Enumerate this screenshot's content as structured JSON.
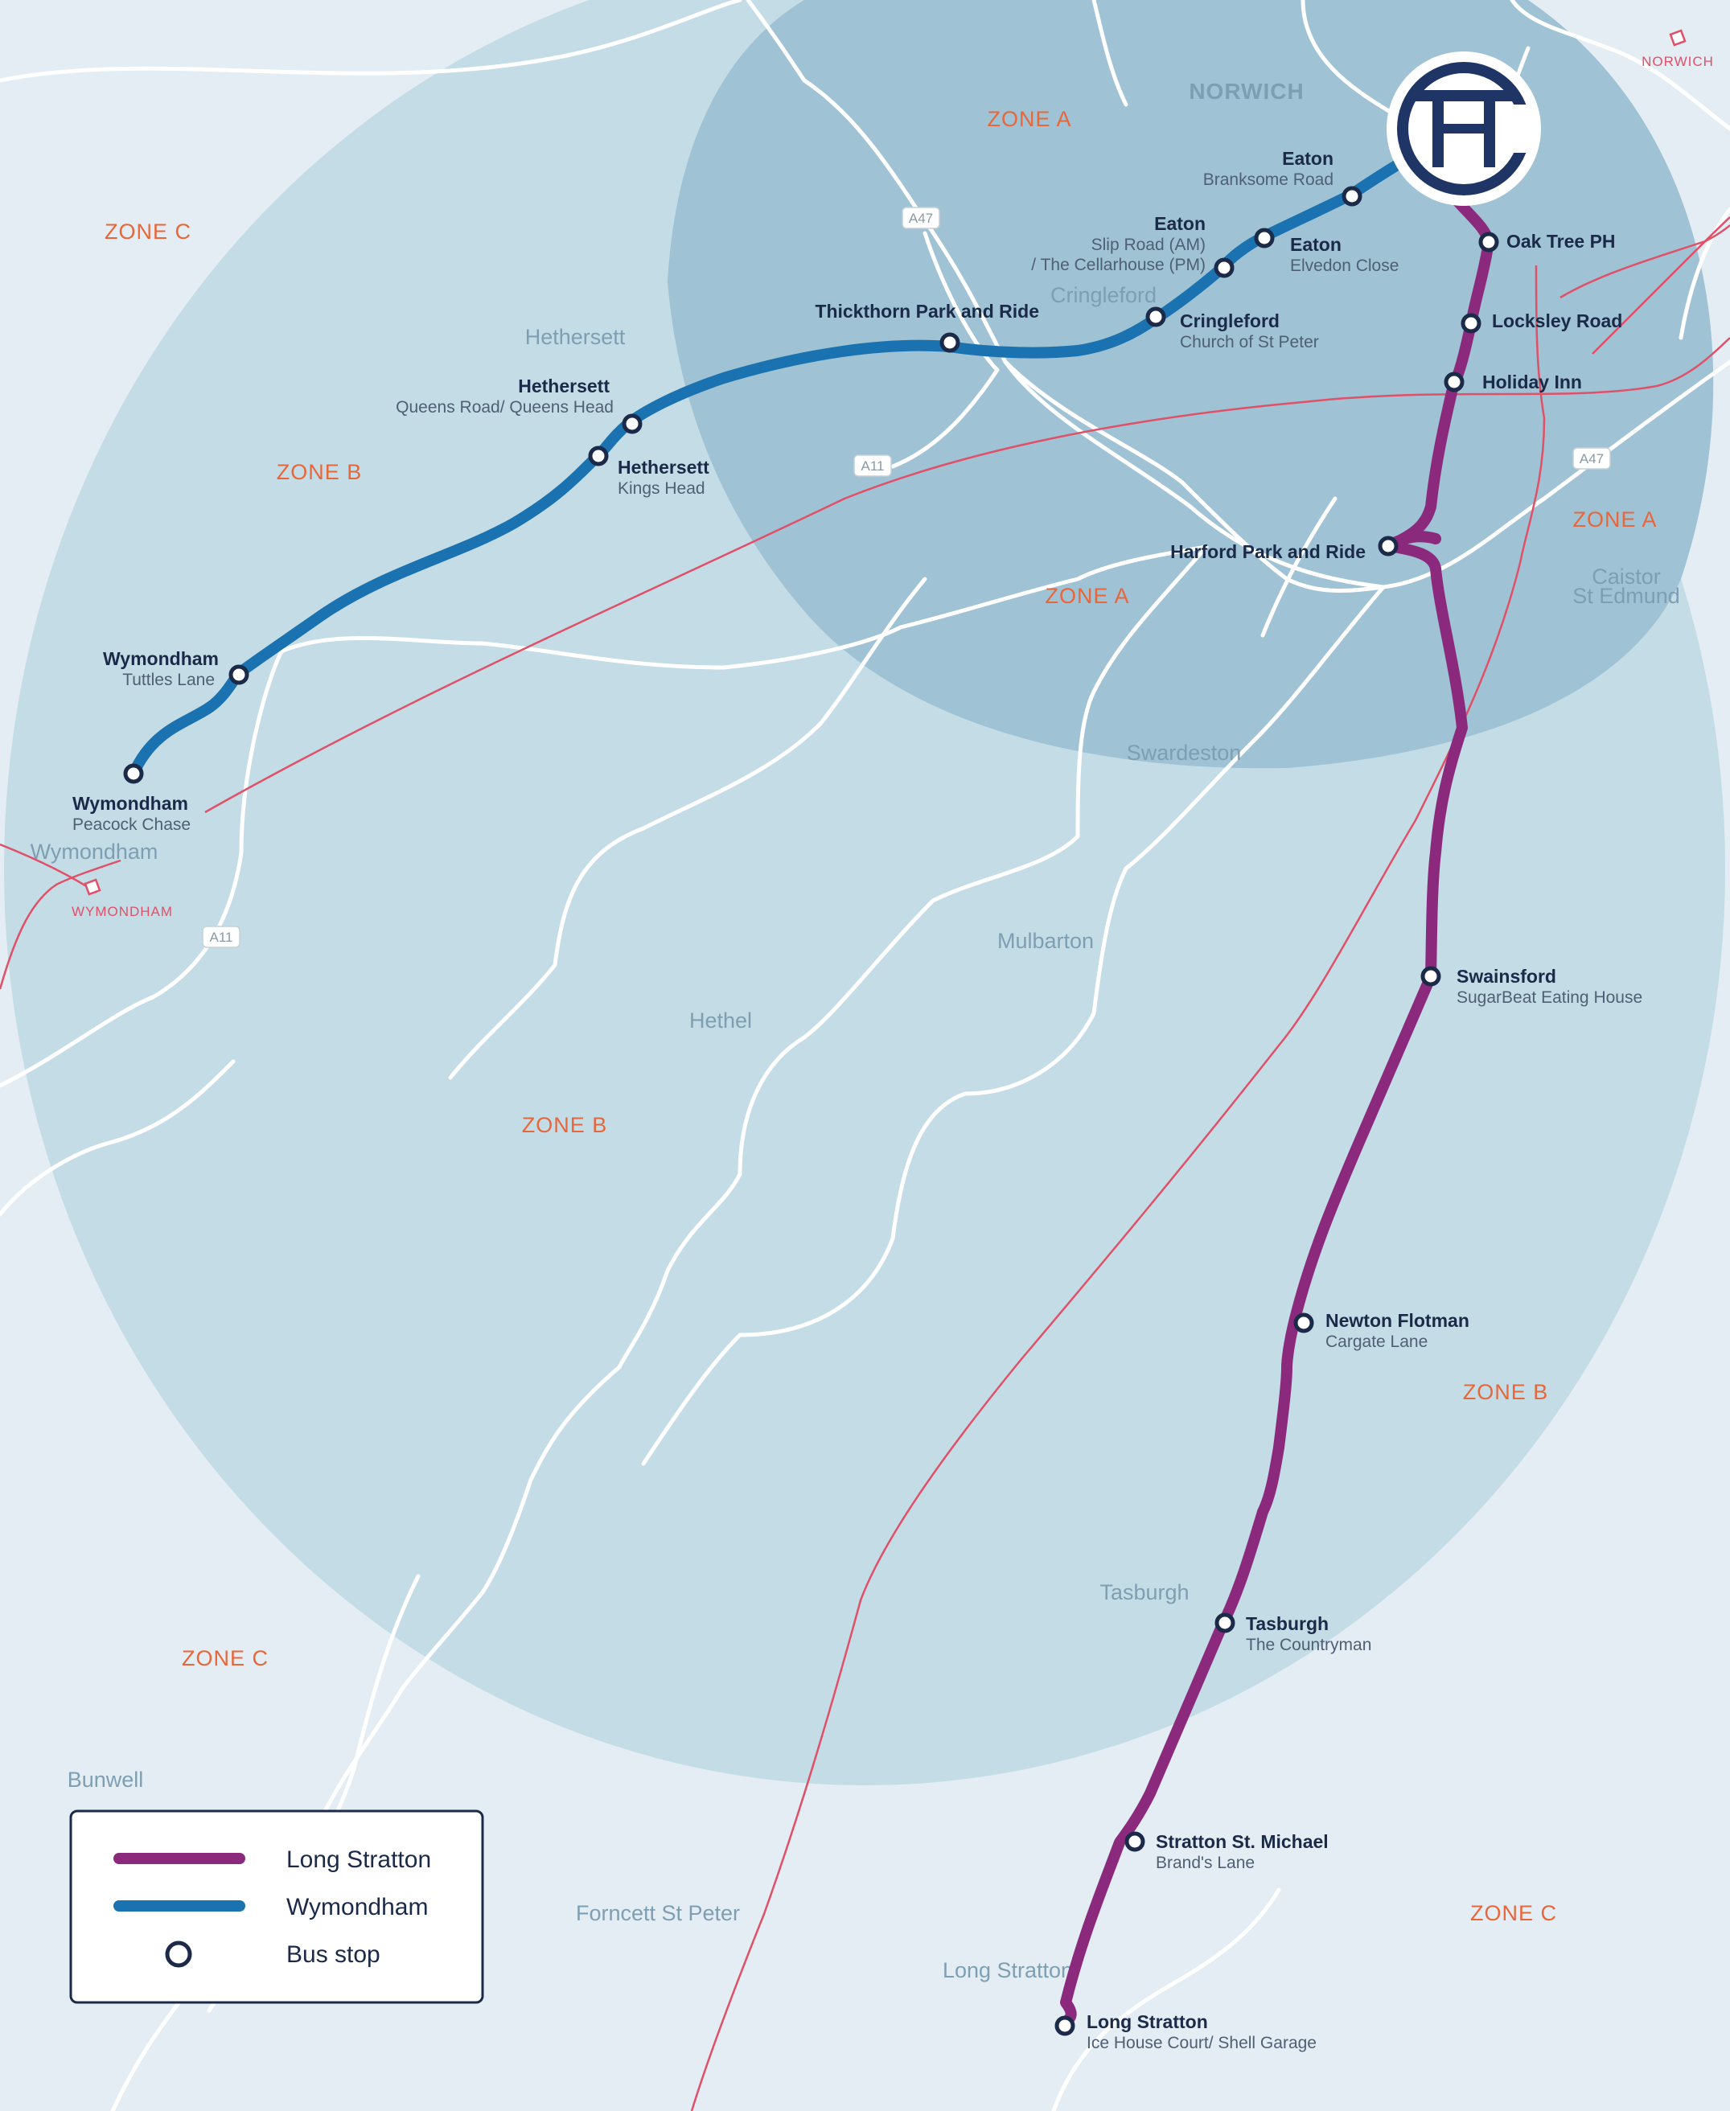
{
  "zones": {
    "zone_a": "ZONE A",
    "zone_b": "ZONE B",
    "zone_c": "ZONE C"
  },
  "places": {
    "norwich": "NORWICH",
    "hethersett": "Hethersett",
    "cringleford": "Cringleford",
    "caistor_1": "Caistor",
    "caistor_2": "St Edmund",
    "swardeston": "Swardeston",
    "wymondham": "Wymondham",
    "mulbarton": "Mulbarton",
    "hethel": "Hethel",
    "tasburgh": "Tasburgh",
    "bunwell": "Bunwell",
    "forncett": "Forncett St Peter",
    "long_stratton": "Long Stratton"
  },
  "roads": {
    "a47": "A47",
    "a11": "A11"
  },
  "rail": {
    "norwich": "NORWICH",
    "wymondham": "WYMONDHAM"
  },
  "stops": {
    "eaton_branksome": {
      "name": "Eaton",
      "sub": "Branksome Road"
    },
    "eaton_slip": {
      "name": "Eaton",
      "sub1": "Slip Road (AM)",
      "sub2": "/ The Cellarhouse (PM)"
    },
    "eaton_elvedon": {
      "name": "Eaton",
      "sub": "Elvedon Close"
    },
    "cringleford": {
      "name": "Cringleford",
      "sub": "Church of St Peter"
    },
    "thickthorn": {
      "name": "Thickthorn Park and Ride"
    },
    "hethersett_queens": {
      "name": "Hethersett",
      "sub": "Queens Road/ Queens Head"
    },
    "hethersett_kings": {
      "name": "Hethersett",
      "sub": "Kings Head"
    },
    "wymondham_tuttles": {
      "name": "Wymondham",
      "sub": "Tuttles Lane"
    },
    "wymondham_peacock": {
      "name": "Wymondham",
      "sub": "Peacock Chase"
    },
    "oak_tree": {
      "name": "Oak Tree PH"
    },
    "locksley": {
      "name": "Locksley Road"
    },
    "holiday_inn": {
      "name": "Holiday Inn"
    },
    "harford": {
      "name": "Harford Park and Ride"
    },
    "swainsford": {
      "name": "Swainsford",
      "sub": "SugarBeat Eating House"
    },
    "newton_flotman": {
      "name": "Newton Flotman",
      "sub": "Cargate Lane"
    },
    "tasburgh": {
      "name": "Tasburgh",
      "sub": "The Countryman"
    },
    "stratton_st_michael": {
      "name": "Stratton St. Michael",
      "sub": "Brand's Lane"
    },
    "long_stratton": {
      "name": "Long Stratton",
      "sub": "Ice House Court/ Shell Garage"
    }
  },
  "legend": {
    "long_stratton": "Long Stratton",
    "wymondham": "Wymondham",
    "bus_stop": "Bus stop"
  },
  "colors": {
    "long_stratton_route": "#8b2a7d",
    "wymondham_route": "#1a73b0",
    "zone_a_fill": "#9fc2d4",
    "zone_b_fill": "#c4dce6",
    "zone_c_fill": "#e3edf3",
    "rail_line": "#e05068",
    "logo_navy": "#1f3566"
  }
}
